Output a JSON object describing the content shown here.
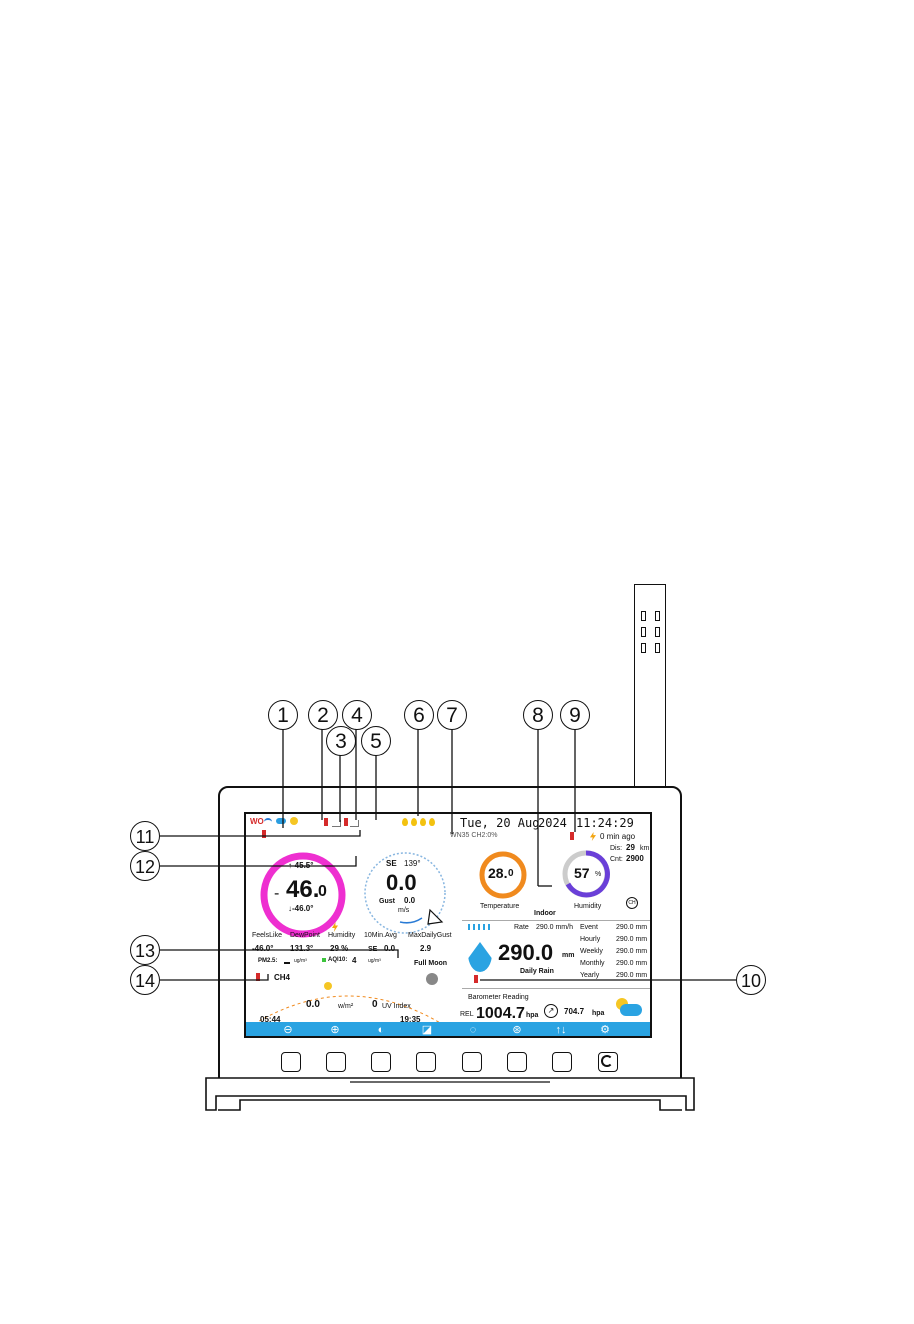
{
  "callouts": [
    "1",
    "2",
    "3",
    "4",
    "5",
    "6",
    "7",
    "8",
    "9",
    "10",
    "11",
    "12",
    "13",
    "14"
  ],
  "header": {
    "date": "Tue, 20 Aug",
    "year": "2024",
    "time": "11:24:29",
    "logo": "WO",
    "wn35_label": "WN35 CH2:0%"
  },
  "outdoor": {
    "high": "↑-45.5°",
    "temp_sign": "-",
    "temp_int": "46.",
    "temp_dec": "0",
    "low": "↓-46.0°",
    "ring_color": "#ee2fd0"
  },
  "wind": {
    "dir_label": "SE",
    "dir_deg": "139°",
    "speed": "0.0",
    "gust_label": "Gust",
    "gust_val": "0.0",
    "unit": "m/s"
  },
  "stats": {
    "labels": [
      "FeelsLike",
      "DewPoint",
      "Humidity",
      "10Min.Avg",
      "MaxDailyGust"
    ],
    "feels_like": "-46.0°",
    "dew_point": "131.3°",
    "humidity": "29 %",
    "avg_dir": "SE",
    "avg_val": "0.0",
    "max_gust": "2.9"
  },
  "aq": {
    "pm25_label": "PM2.5:",
    "pm25_unit": "ug/m³",
    "aqi_label": "AQI10:",
    "aqi_val": "4",
    "aqi_unit": "ug/m³",
    "moon": "Full Moon",
    "ch4": "CH4"
  },
  "solar": {
    "value": "0.0",
    "unit": "w/m²",
    "uv": "0",
    "uv_label": "UV Index",
    "sunrise": "05:44",
    "sunset": "19:35"
  },
  "indoor": {
    "temp": "28.",
    "temp_dec": "0",
    "temp_label": "Temperature",
    "humidity": "57",
    "humidity_unit": "%",
    "humidity_label": "Humidity",
    "title": "Indoor",
    "temp_ring_color": "#f08a1e",
    "hum_ring_color": "#6a3fd8"
  },
  "lightning": {
    "ago": "0 min ago",
    "dis_label": "Dis:",
    "dis_val": "29",
    "dis_unit": "km",
    "cnt_label": "Cnt:",
    "cnt_val": "2900"
  },
  "rain": {
    "rate_label": "Rate",
    "rate_val": "290.0 mm/h",
    "value": "290.0",
    "unit": "mm",
    "label": "Daily Rain",
    "rows": [
      {
        "label": "Event",
        "value": "290.0 mm"
      },
      {
        "label": "Hourly",
        "value": "290.0 mm"
      },
      {
        "label": "Weekly",
        "value": "290.0 mm"
      },
      {
        "label": "Monthly",
        "value": "290.0 mm"
      },
      {
        "label": "Yearly",
        "value": "290.0 mm"
      }
    ]
  },
  "baro": {
    "title": "Barometer Reading",
    "rel": "REL",
    "value": "1004.7",
    "unit": "hpa",
    "abs_val": "704.7",
    "abs_unit": "hpa"
  },
  "navbar": {
    "color": "#2aa3e2",
    "icons": [
      "minus-icon",
      "plus-icon",
      "contrast-icon",
      "brightness-icon",
      "refresh-icon",
      "channel-icon",
      "sort-icon",
      "settings-icon"
    ],
    "glyphs": [
      "⊖",
      "⊕",
      "◐",
      "◪",
      "◌",
      "⊛",
      "↑↓",
      "⚙"
    ]
  }
}
